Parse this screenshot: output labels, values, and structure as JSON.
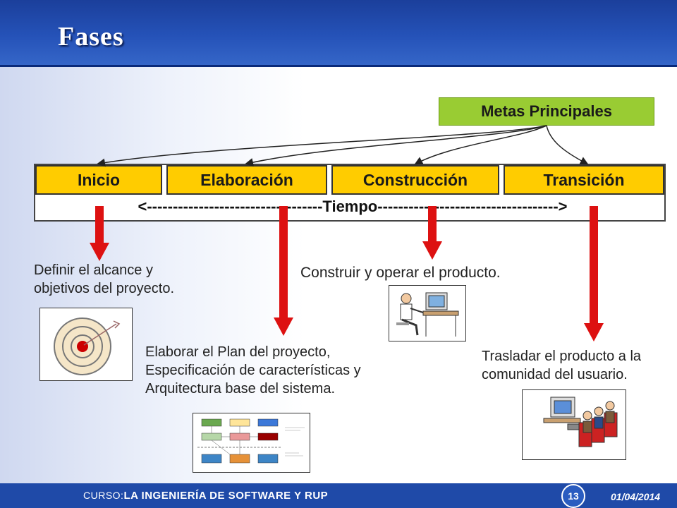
{
  "slide": {
    "title": "Fases"
  },
  "goals": {
    "label": "Metas Principales"
  },
  "phases": [
    {
      "label": "Inicio"
    },
    {
      "label": "Elaboración"
    },
    {
      "label": "Construcción"
    },
    {
      "label": "Transición"
    }
  ],
  "timeline": {
    "label": "<----------------------------------Tiempo----------------------------------->"
  },
  "captions": {
    "inicio": "Definir el alcance y objetivos del proyecto.",
    "elaboracion": "Elaborar el Plan del proyecto, Especificación de características y Arquitectura base del sistema.",
    "construccion": "Construir y operar el producto.",
    "transicion": "Trasladar el producto a la comunidad del usuario."
  },
  "footer": {
    "course_prefix": "CURSO:",
    "course_name": "LA INGENIERÍA DE SOFTWARE Y RUP",
    "page_number": "13",
    "date": "01/04/2014"
  },
  "colors": {
    "header": "#2552b8",
    "phase": "#ffcc00",
    "goal": "#99cc33",
    "arrow": "#dd1111"
  }
}
